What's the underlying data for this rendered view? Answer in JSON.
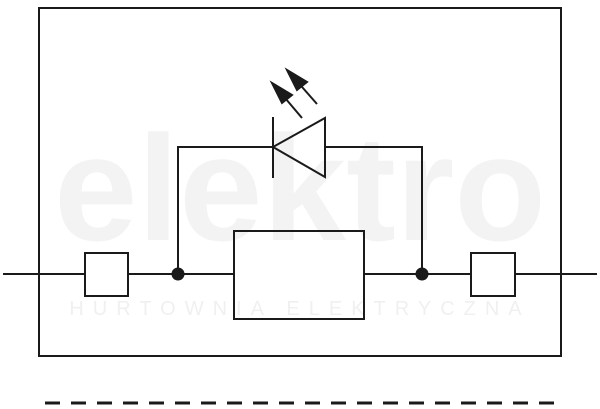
{
  "diagram": {
    "type": "schematic",
    "description_in_pixels": false,
    "elements": [
      "enclosure",
      "main-line",
      "left-terminal",
      "right-terminal",
      "fuse",
      "led-branch",
      "led-diode",
      "light-emission-arrows",
      "junction-dots",
      "dashed-separator"
    ],
    "colors": {
      "stroke": "#1a1a1a",
      "background": "#ffffff",
      "watermark": "#ececec"
    },
    "watermark": {
      "text": "elektro",
      "subtext": "HURTOWNIA ELEKTRYCZNA"
    }
  }
}
